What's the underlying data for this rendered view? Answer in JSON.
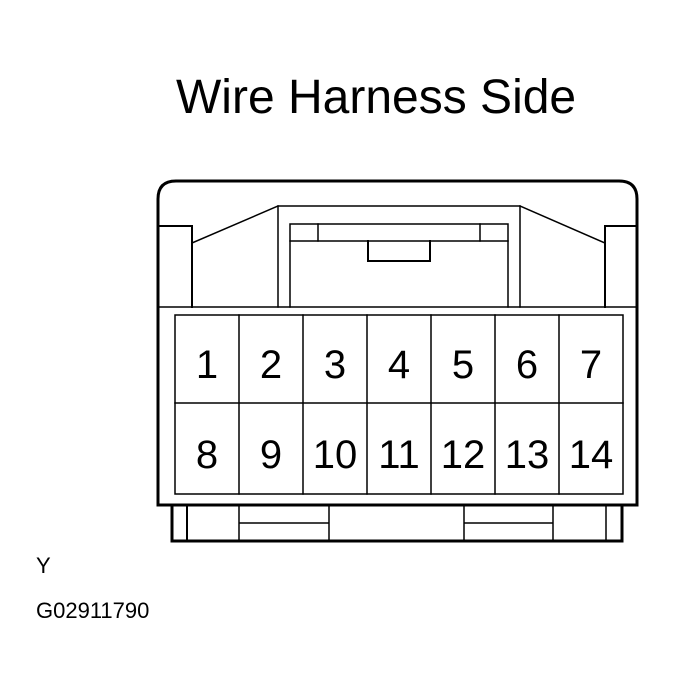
{
  "title": "Wire Harness Side",
  "connector": {
    "rows": [
      [
        "1",
        "2",
        "3",
        "4",
        "5",
        "6",
        "7"
      ],
      [
        "8",
        "9",
        "10",
        "11",
        "12",
        "13",
        "14"
      ]
    ],
    "color_code": "Y"
  },
  "figure_id": "G02911790",
  "colors": {
    "line": "#000000",
    "background": "#ffffff"
  }
}
